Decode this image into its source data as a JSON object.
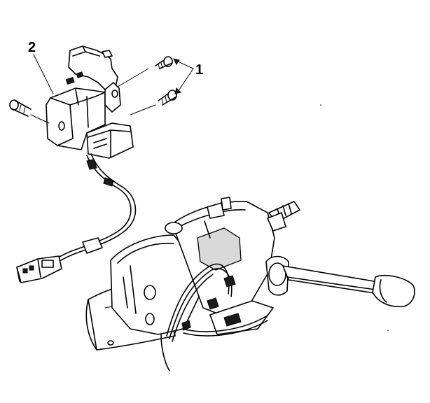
{
  "callouts": [
    {
      "id": "1",
      "text": "1"
    },
    {
      "id": "2",
      "text": "2"
    }
  ],
  "colors": {
    "ink": "#000000",
    "paper": "#ffffff"
  }
}
